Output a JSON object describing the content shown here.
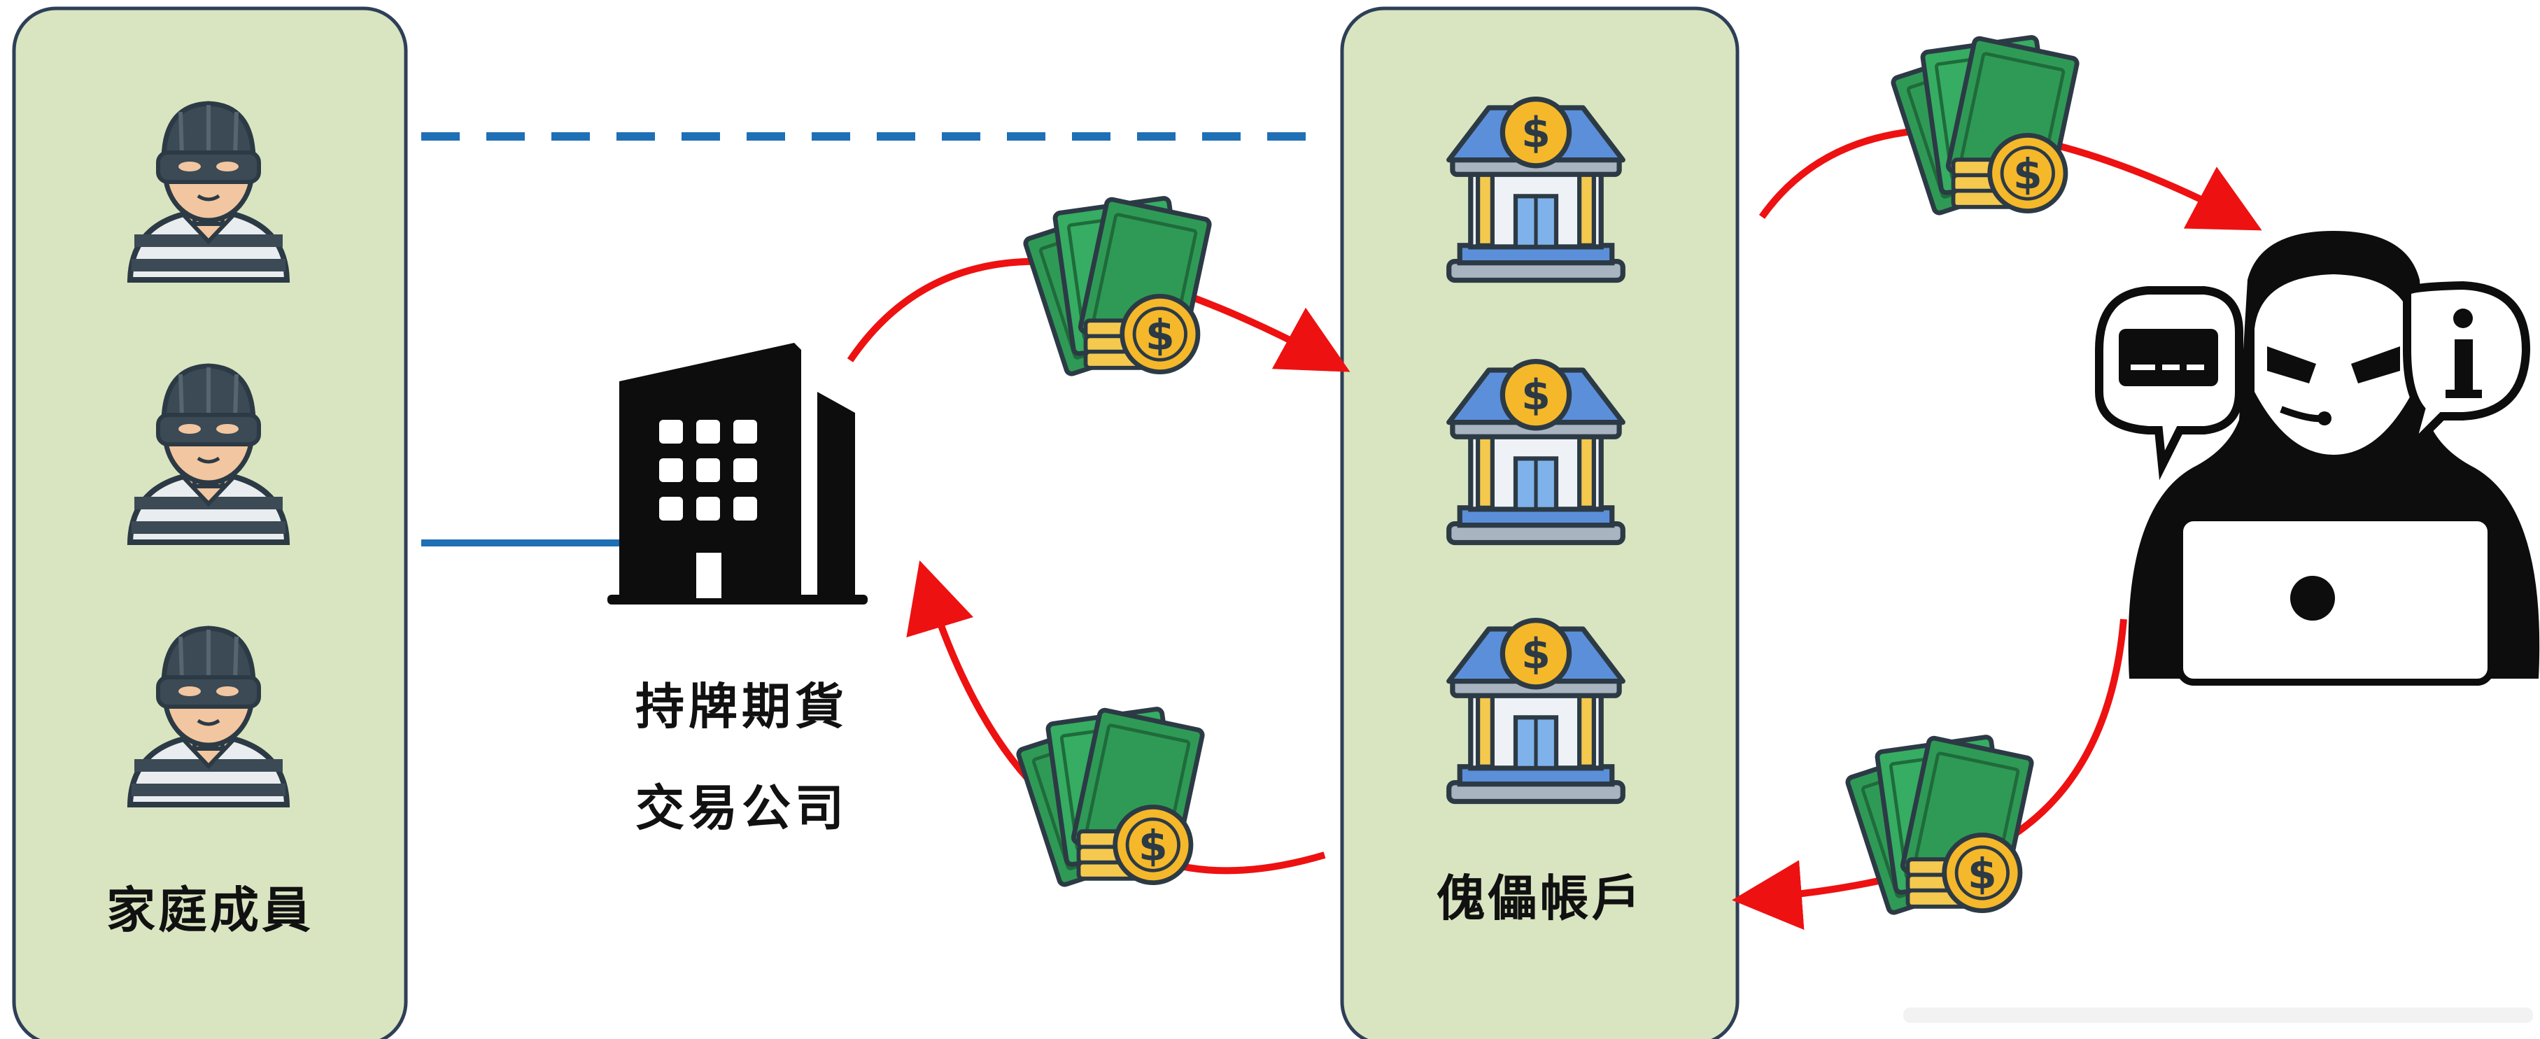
{
  "panels": {
    "family_members": {
      "label": "家庭成員"
    },
    "dummy_accounts": {
      "label": "傀儡帳戶"
    }
  },
  "company": {
    "line1": "持牌期貨",
    "line2": "交易公司"
  },
  "icons": {
    "thief": "masked-thief-icon",
    "office": "office-building-icon",
    "bank": "bank-dollar-icon",
    "money": "cash-and-coins-icon",
    "hacker": "hooded-hacker-laptop-icon"
  },
  "colors": {
    "panel_fill": "#d9e5c1",
    "panel_border": "#2e3f57",
    "flow_arrow": "#ee1111",
    "link_line": "#1f6fb5",
    "bank_roof": "#5b8fd9",
    "coin": "#f4b82a",
    "banknote": "#2f9a56"
  }
}
